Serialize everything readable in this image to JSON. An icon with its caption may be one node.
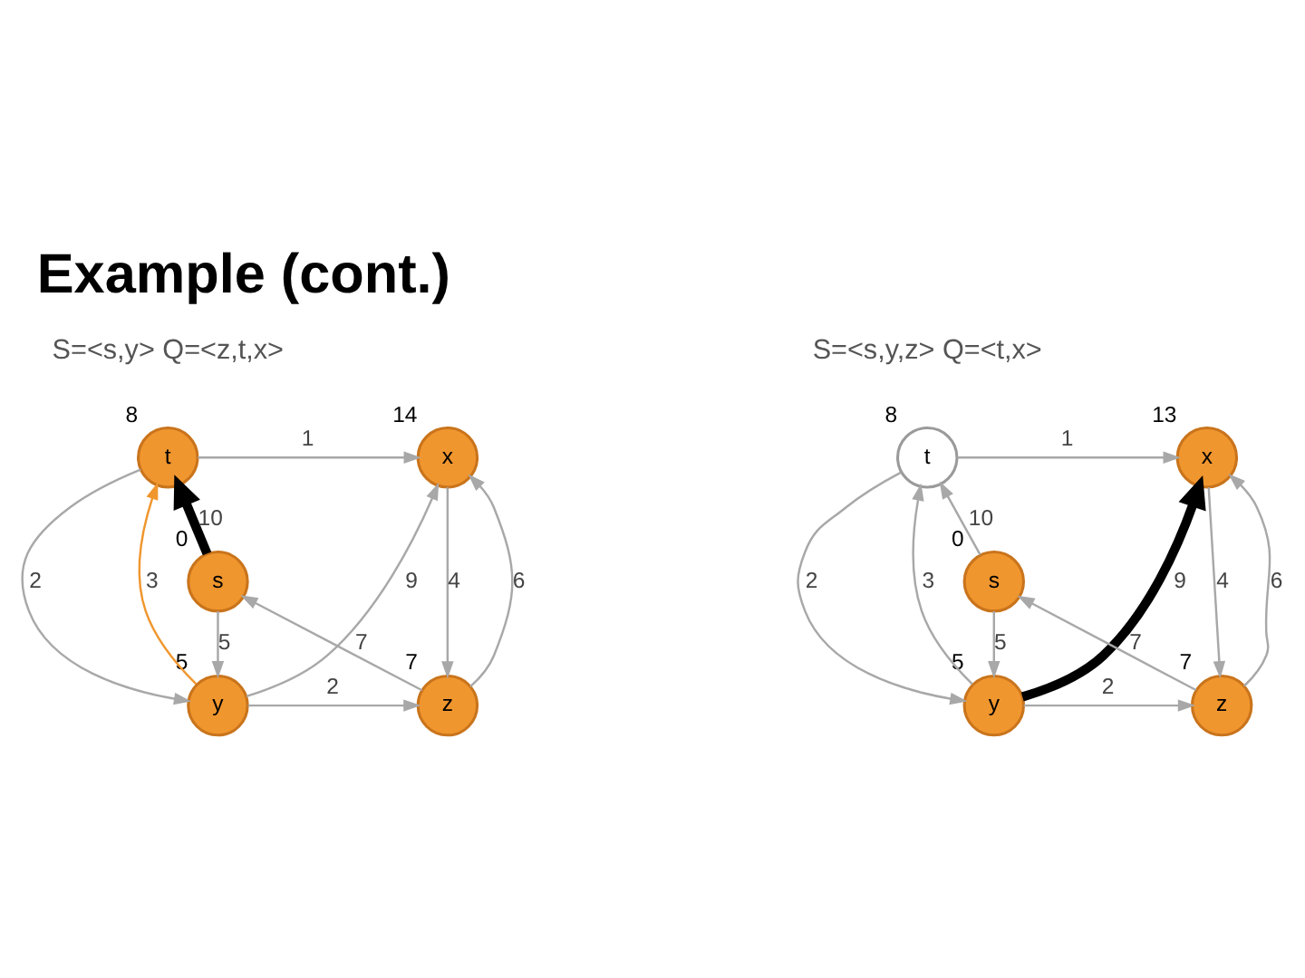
{
  "diagram": {
    "title": "Example (cont.)",
    "nodes": [
      {
        "text": [
          "t"
        ],
        "beside": [
          "8"
        ]
      },
      {
        "text": [
          "x"
        ],
        "beside": [
          "14"
        ]
      },
      {
        "text": [
          "s"
        ],
        "beside": [
          "0"
        ]
      },
      {
        "text": [
          "y"
        ],
        "beside": [
          "5"
        ]
      },
      {
        "text": [
          "z"
        ],
        "beside": [
          "7"
        ]
      },
      {
        "text": [
          "t"
        ],
        "beside": [
          "8"
        ]
      },
      {
        "text": [
          "x"
        ],
        "beside": [
          "13"
        ]
      },
      {
        "text": [
          "s"
        ],
        "beside": [
          "0"
        ]
      },
      {
        "text": [
          "y"
        ],
        "beside": [
          "5"
        ]
      },
      {
        "text": [
          "z"
        ],
        "beside": [
          "7"
        ]
      }
    ],
    "edges": [
      {
        "from": 2,
        "to": 0,
        "arrow": "to",
        "label": "10",
        "style": "thick",
        "color": "#000000"
      },
      {
        "from": 2,
        "to": 3,
        "arrow": "to",
        "label": "5"
      },
      {
        "from": 0,
        "to": 1,
        "arrow": "to",
        "label": "1"
      },
      {
        "from": 0,
        "to": 3,
        "arrow": "to",
        "label": "2"
      },
      {
        "from": 3,
        "to": 0,
        "arrow": "to",
        "label": "3",
        "color": "#f0962e"
      },
      {
        "from": 3,
        "to": 1,
        "arrow": "to",
        "label": "9"
      },
      {
        "from": 3,
        "to": 4,
        "arrow": "to",
        "label": "2"
      },
      {
        "from": 1,
        "to": 4,
        "arrow": "to",
        "label": "4"
      },
      {
        "from": 4,
        "to": 1,
        "arrow": "to",
        "label": "6"
      },
      {
        "from": 4,
        "to": 2,
        "arrow": "to",
        "label": "7"
      },
      {
        "from": 7,
        "to": 5,
        "arrow": "to",
        "label": "10"
      },
      {
        "from": 7,
        "to": 8,
        "arrow": "to",
        "label": "5"
      },
      {
        "from": 5,
        "to": 6,
        "arrow": "to",
        "label": "1"
      },
      {
        "from": 5,
        "to": 8,
        "arrow": "to",
        "label": "2"
      },
      {
        "from": 8,
        "to": 5,
        "arrow": "to",
        "label": "3"
      },
      {
        "from": 8,
        "to": 6,
        "arrow": "to",
        "label": "9",
        "style": "thick",
        "color": "#000000"
      },
      {
        "from": 8,
        "to": 9,
        "arrow": "to",
        "label": "2"
      },
      {
        "from": 6,
        "to": 9,
        "arrow": "to",
        "label": "4"
      },
      {
        "from": 9,
        "to": 6,
        "arrow": "to",
        "label": "6"
      },
      {
        "from": 9,
        "to": 7,
        "arrow": "to",
        "label": "7"
      }
    ],
    "labels": [
      "S=<s,y> Q=<z,t,x>",
      "S=<s,y,z> Q=<t,x>"
    ]
  }
}
